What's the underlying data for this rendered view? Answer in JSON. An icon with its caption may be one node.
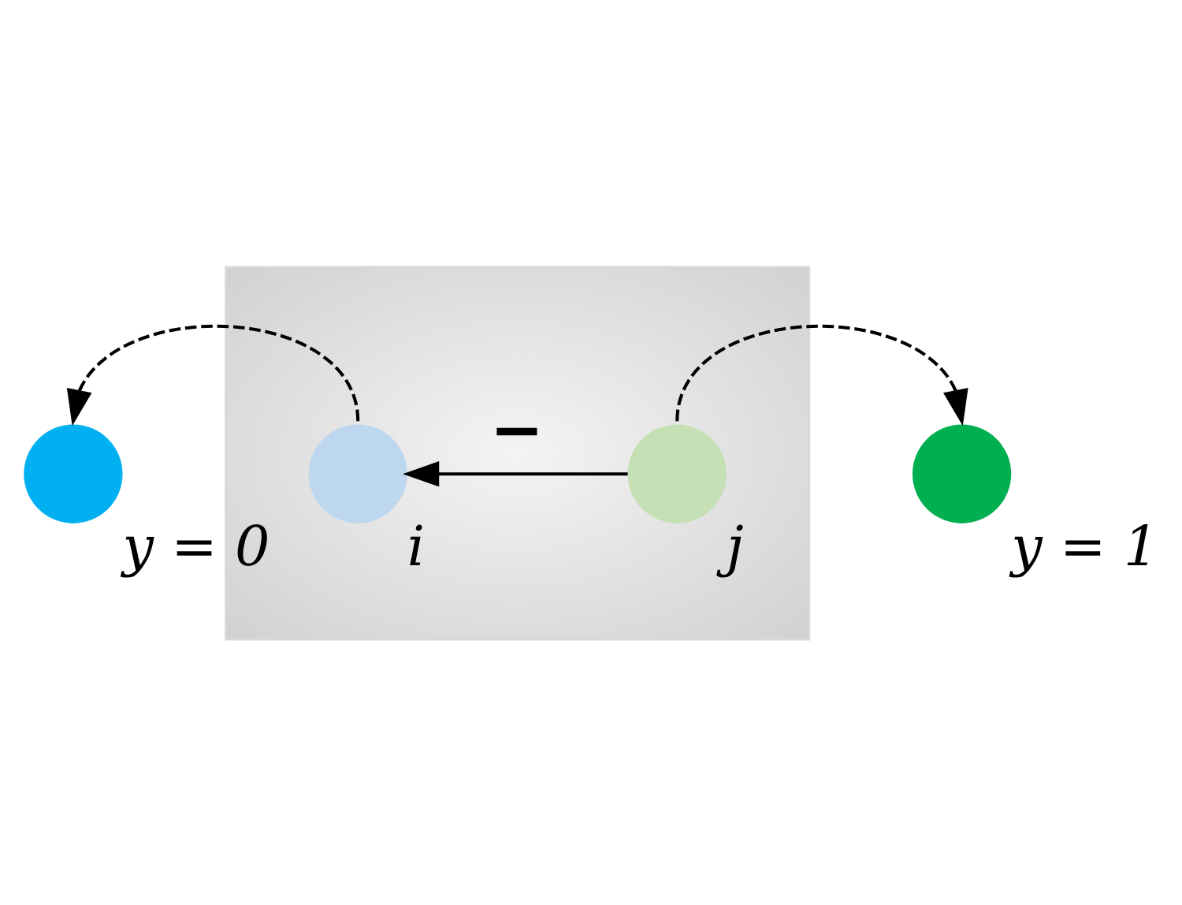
{
  "diagram": {
    "nodes": [
      {
        "text": [],
        "shape": "box"
      },
      {
        "text": [],
        "shape": "circle",
        "beside": [
          "y = 0"
        ]
      },
      {
        "text": [],
        "shape": "circle",
        "beside": [
          "i"
        ],
        "in": 0
      },
      {
        "text": [],
        "shape": "circle",
        "beside": [
          "j"
        ],
        "in": 0
      },
      {
        "text": [],
        "shape": "circle",
        "beside": [
          "y = 1"
        ]
      }
    ],
    "edges": [
      {
        "from": 2,
        "to": 1,
        "arrow": "to",
        "style": "dashed"
      },
      {
        "from": 3,
        "to": 2,
        "arrow": "to",
        "label": "−"
      },
      {
        "from": 3,
        "to": 4,
        "arrow": "to",
        "style": "dashed"
      }
    ]
  }
}
